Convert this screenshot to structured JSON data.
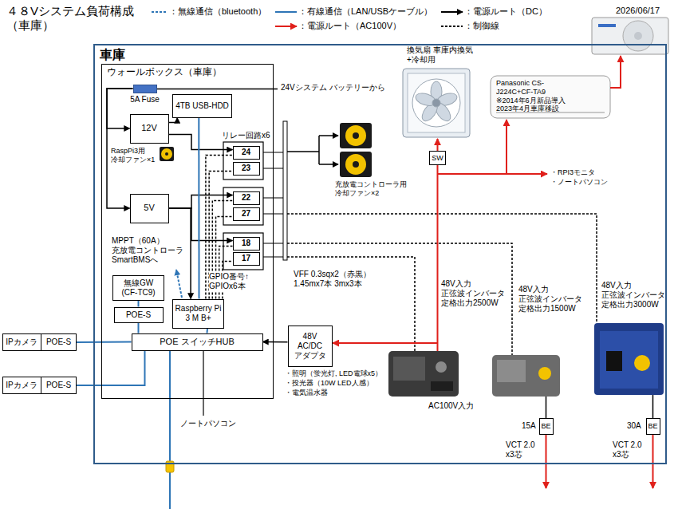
{
  "diagram": {
    "title": "４８Vシステム負荷構成 （車庫）",
    "nodes": [
      {
        "text": [
          "車庫"
        ]
      },
      {
        "text": [
          "ウォールボックス（車庫）"
        ],
        "in": 0
      },
      {
        "text": [
          "5A Fuse"
        ],
        "in": 1
      },
      {
        "text": [
          "4TB USB-HDD"
        ],
        "in": 1
      },
      {
        "text": [
          "12V"
        ],
        "in": 1
      },
      {
        "text": [
          "24"
        ],
        "in": 1
      },
      {
        "text": [
          "23"
        ],
        "in": 1
      },
      {
        "text": [
          "5V"
        ],
        "in": 1
      },
      {
        "text": [
          "22"
        ],
        "in": 1
      },
      {
        "text": [
          "27"
        ],
        "in": 1
      },
      {
        "text": [
          "18"
        ],
        "in": 1
      },
      {
        "text": [
          "17"
        ],
        "in": 1
      },
      {
        "text": [
          "無線GW (CF-TC9)"
        ],
        "in": 1
      },
      {
        "text": [
          "POE-S"
        ],
        "in": 1
      },
      {
        "text": [
          "Raspberry Pi 3 M B+"
        ],
        "in": 1
      },
      {
        "text": [
          "POE スイッチHUB"
        ],
        "in": 1
      },
      {
        "text": [
          "SW"
        ],
        "in": 0
      },
      {
        "text": [
          "48V AC/DC アダプタ"
        ],
        "in": 0
      },
      {
        "text": [
          "IPカメラ"
        ]
      },
      {
        "text": [
          "POE-S"
        ]
      },
      {
        "text": [
          "IPカメラ"
        ]
      },
      {
        "text": [
          "POE-S"
        ]
      },
      {
        "text": [
          "BE"
        ],
        "in": 0
      },
      {
        "text": [
          "BE"
        ],
        "in": 0
      }
    ],
    "edges": [
      {
        "from": 2,
        "to": 4,
        "arrow": "to"
      },
      {
        "from": 2,
        "to": 7,
        "arrow": "to"
      },
      {
        "from": 4,
        "to": 3,
        "arrow": "to"
      },
      {
        "from": 4,
        "to": 5,
        "arrow": "to"
      },
      {
        "from": 7,
        "to": 8,
        "arrow": "to"
      },
      {
        "from": 7,
        "to": 10,
        "arrow": "to"
      },
      {
        "from": 7,
        "to": 14,
        "arrow": "to"
      },
      {
        "from": 3,
        "to": 14,
        "arrow": "none"
      },
      {
        "from": 14,
        "to": 5,
        "arrow": "none"
      },
      {
        "from": 14,
        "to": 6,
        "arrow": "none"
      },
      {
        "from": 14,
        "to": 8,
        "arrow": "none"
      },
      {
        "from": 14,
        "to": 9,
        "arrow": "none"
      },
      {
        "from": 14,
        "to": 10,
        "arrow": "none"
      },
      {
        "from": 14,
        "to": 11,
        "arrow": "none"
      },
      {
        "from": 12,
        "to": 13,
        "arrow": "none"
      },
      {
        "from": 13,
        "to": 15,
        "arrow": "none"
      },
      {
        "from": 14,
        "to": 15,
        "arrow": "none"
      },
      {
        "from": 17,
        "to": 15,
        "arrow": "to"
      },
      {
        "from": 19,
        "to": 15,
        "arrow": "none"
      },
      {
        "from": 21,
        "to": 15,
        "arrow": "none"
      }
    ],
    "labels": [
      "2026/06/17",
      "24Vシステム バッテリーから",
      "RaspPi3用 冷却ファン×1",
      "リレー回路x6",
      "充放電コントローラ用 冷却ファン×2",
      "MPPT（60A） 充放電コントローラ SmartBMSへ",
      "GPIO番号↑ GPIOx6本",
      "VFF 0.3sqx2（赤黒） 1.45mx7本 3mx3本",
      "換気扇 車庫内換気+冷却用",
      "Panasonic CS-J224C+CF-TA9 ※2014年6月新品導入 2023年4月車庫移設",
      "・RPI3モニタ",
      "・ノートパソコン",
      "48V入力 正弦波インバータ 定格出力2500W",
      "48V入力 正弦波インバータ 定格出力1500W",
      "48V入力 正弦波インバータ 定格出力3000W",
      "・照明（蛍光灯, LED電球x5）",
      "・投光器（10W LED人感）",
      "・電気温水器",
      "AC100V入力",
      "ノートパソコン",
      "15A",
      "VCT 2.0 x3芯",
      "30A",
      "VCT 2.0 x3芯"
    ],
    "legend": [
      {
        "text": "：無線通信（bluetooth）"
      },
      {
        "text": "：有線通信（LAN/USBケーブル）"
      },
      {
        "text": "：電源ルート（DC）"
      },
      {
        "text": "：電源ルート（AC100V）"
      },
      {
        "text": "：制御線"
      }
    ]
  }
}
